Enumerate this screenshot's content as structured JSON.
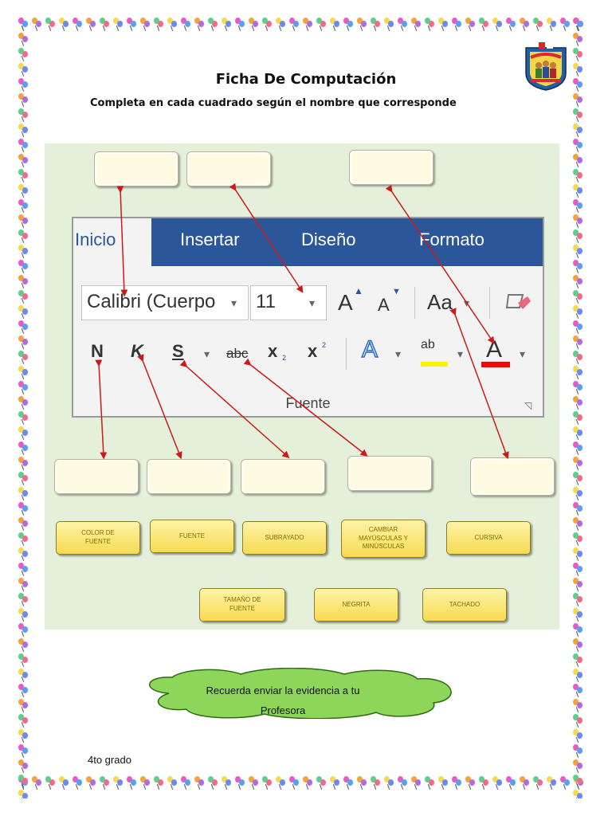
{
  "header": {
    "title": "Ficha De Computación",
    "subtitle": "Completa en cada cuadrado según el nombre que corresponde"
  },
  "ribbon": {
    "tabs": [
      "Inicio",
      "Insertar",
      "Diseño",
      "Formato"
    ],
    "font_name": "Calibri (Cuerpo",
    "font_size": "11",
    "grow_font": "A",
    "shrink_font": "A",
    "change_case": "Aa",
    "bold": "N",
    "italic": "K",
    "underline": "S",
    "strikethrough": "abc",
    "subscript": "x",
    "subscript_mark": "2",
    "superscript": "x",
    "superscript_mark": "2",
    "text_effects": "A",
    "highlight": "ab",
    "font_color": "A",
    "group_label": "Fuente",
    "colors": {
      "tab_bar": "#2b579a",
      "highlight": "#fff200",
      "font_color": "#e01010"
    }
  },
  "word_bank": [
    "COLOR DE\nFUENTE",
    "FUENTE",
    "SUBRAYADO",
    "CAMBIAR\nMAYÚSCULAS Y\nMINÚSCULAS",
    "CURSIVA",
    "TAMAÑO DE\nFUENTE",
    "NEGRITA",
    "TACHADO"
  ],
  "reminder": "Recuerda enviar la evidencia a tu\nProfesora",
  "footer": {
    "grade": "4to grado"
  },
  "icons": [
    "balloon-icon",
    "school-logo-icon",
    "eraser-icon",
    "dialog-launcher-icon"
  ]
}
